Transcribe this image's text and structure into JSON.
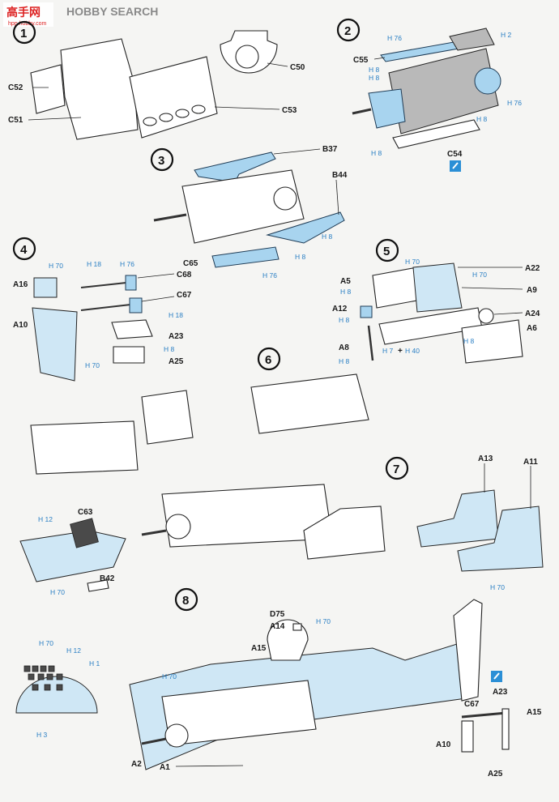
{
  "watermark": {
    "logo_text": "高手网",
    "brand": "HOBBY SEARCH",
    "url": "hpp.hobby.com"
  },
  "steps": [
    "1",
    "2",
    "3",
    "4",
    "5",
    "6",
    "7",
    "8"
  ],
  "step1": {
    "parts": [
      "C52",
      "C51",
      "C50",
      "C53"
    ]
  },
  "step2": {
    "parts": [
      "C55",
      "C54"
    ],
    "paints": [
      "H 76",
      "H 2",
      "H 8",
      "H 8",
      "H 76",
      "H 8",
      "H 8"
    ]
  },
  "step3": {
    "parts": [
      "B37",
      "B44",
      "C65"
    ],
    "paints": [
      "H 8",
      "H 8",
      "H 76"
    ]
  },
  "step4": {
    "parts": [
      "A16",
      "A10",
      "C68",
      "C67",
      "A23",
      "A25"
    ],
    "paints": [
      "H 70",
      "H 18",
      "H 76",
      "H 18",
      "H 8",
      "H 70"
    ]
  },
  "step5": {
    "parts": [
      "A5",
      "A12",
      "A8",
      "A22",
      "A9",
      "A24",
      "A6"
    ],
    "paints": [
      "H 70",
      "H 70",
      "H 8",
      "H 8",
      "H 7",
      "+",
      "H 40",
      "H 8",
      "H 8"
    ]
  },
  "step7": {
    "parts": [
      "A13",
      "A11"
    ],
    "paints": [
      "H 70"
    ]
  },
  "sub_panel": {
    "parts": [
      "C63",
      "B42"
    ],
    "paints": [
      "H 12",
      "H 70"
    ]
  },
  "instrument_panel": {
    "paints": [
      "H 70",
      "H 12",
      "H 1",
      "H 3"
    ]
  },
  "step8": {
    "parts": [
      "D75",
      "A14",
      "A15",
      "A2",
      "A1",
      "C67",
      "A23",
      "A15",
      "A10",
      "A25"
    ],
    "paints": [
      "H 70",
      "H 70"
    ]
  },
  "colors": {
    "part_blue": "#a8d4ef",
    "paint_text": "#2a7fc4",
    "cement_icon": "#2b8fd6"
  }
}
